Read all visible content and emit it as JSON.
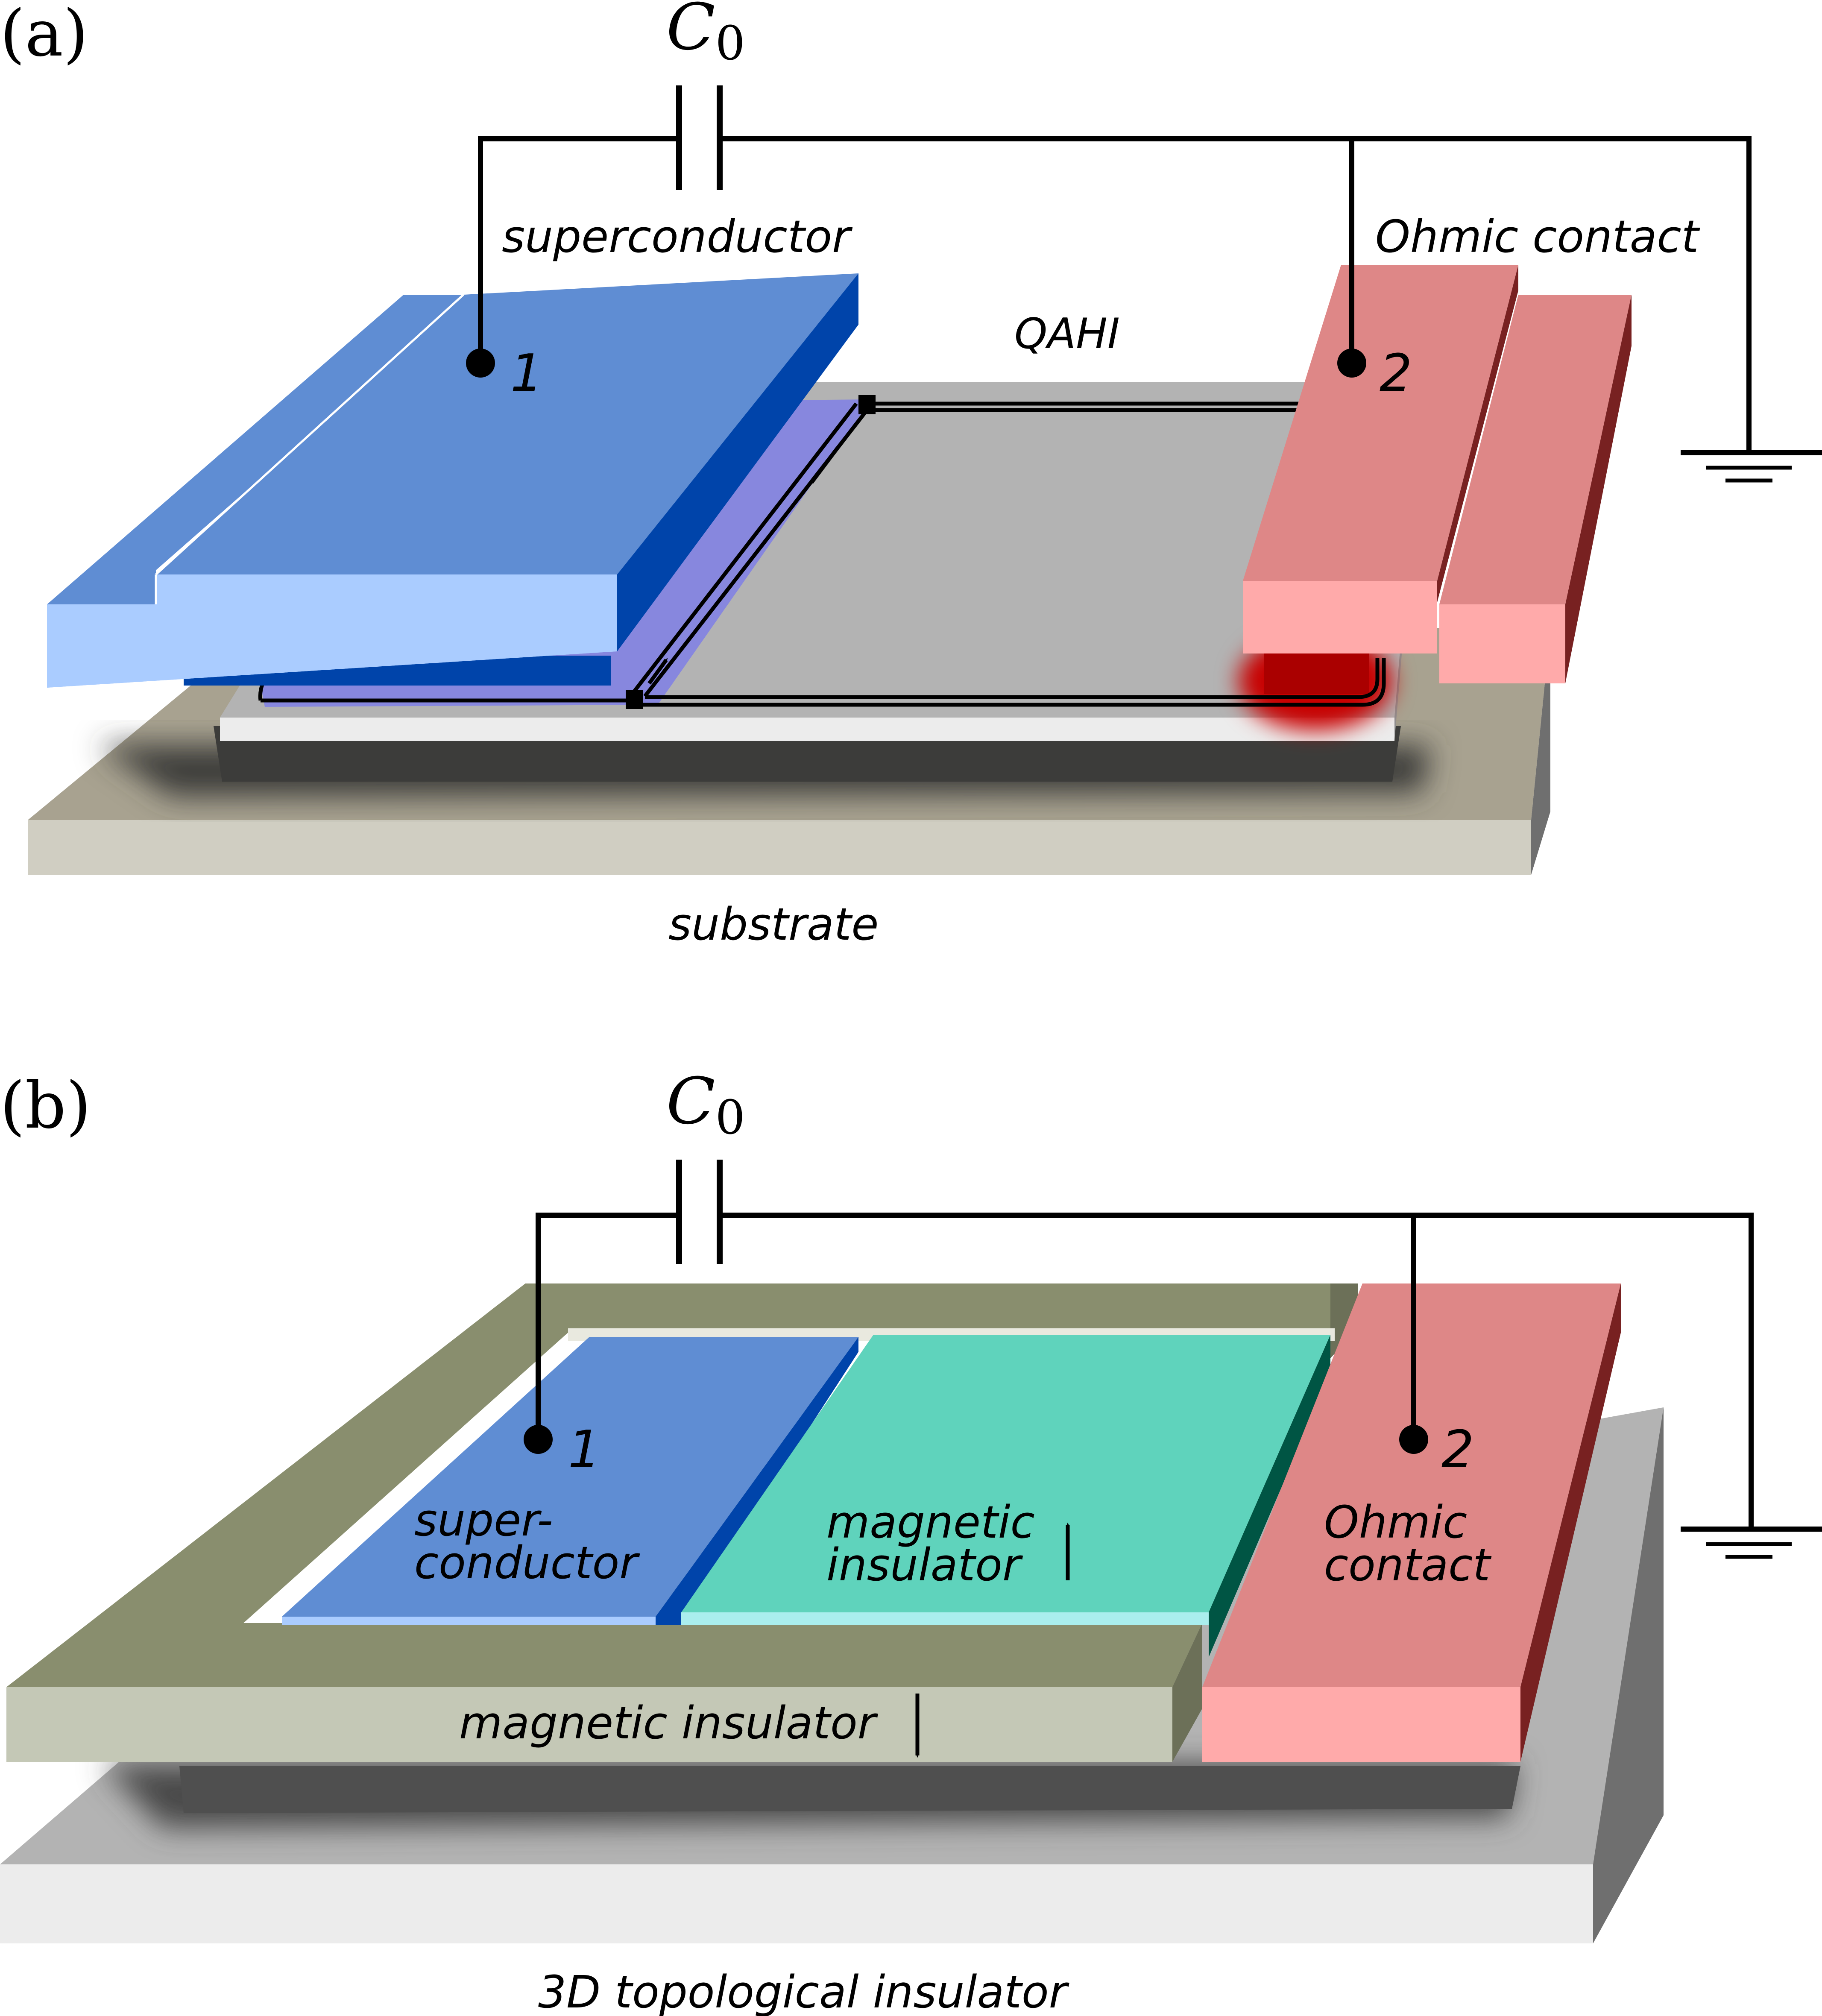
{
  "panel_a": {
    "tag": "(a)",
    "capacitor_main": "C",
    "capacitor_sub": "0",
    "superconductor_label": "superconductor",
    "ohmic_label": "Ohmic contact",
    "qahi_label": "QAHI",
    "substrate_label": "substrate",
    "terminal_1": "1",
    "terminal_2": "2"
  },
  "panel_b": {
    "tag": "(b)",
    "capacitor_main": "C",
    "capacitor_sub": "0",
    "superconductor_line1": "super-",
    "superconductor_line2": "conductor",
    "magnetic_top_line1": "magnetic",
    "magnetic_top_line2": "insulator",
    "ohmic_line1": "Ohmic",
    "ohmic_line2": "contact",
    "magnetic_bottom_label": "magnetic insulator",
    "ti_label": "3D topological insulator",
    "terminal_1": "1",
    "terminal_2": "2"
  },
  "colors": {
    "sc_top": "#5f8dd3",
    "sc_front": "#aaccff",
    "sc_side": "#0044aa",
    "ohmic_top": "#de8787",
    "ohmic_front": "#ffaaaa",
    "ohmic_side": "#782121",
    "qahi_top": "#b3b3b3",
    "qahi_proximity": "#8787de",
    "substrate_top": "#a8a290",
    "substrate_front": "#d0cec2",
    "mi_top": "#898e6e",
    "mi_front": "#c4c8b6",
    "mi_green_top": "#5fd3bc",
    "mi_green_side": "#005544",
    "ti_top": "#b3b3b3",
    "ti_front": "#ececec"
  }
}
